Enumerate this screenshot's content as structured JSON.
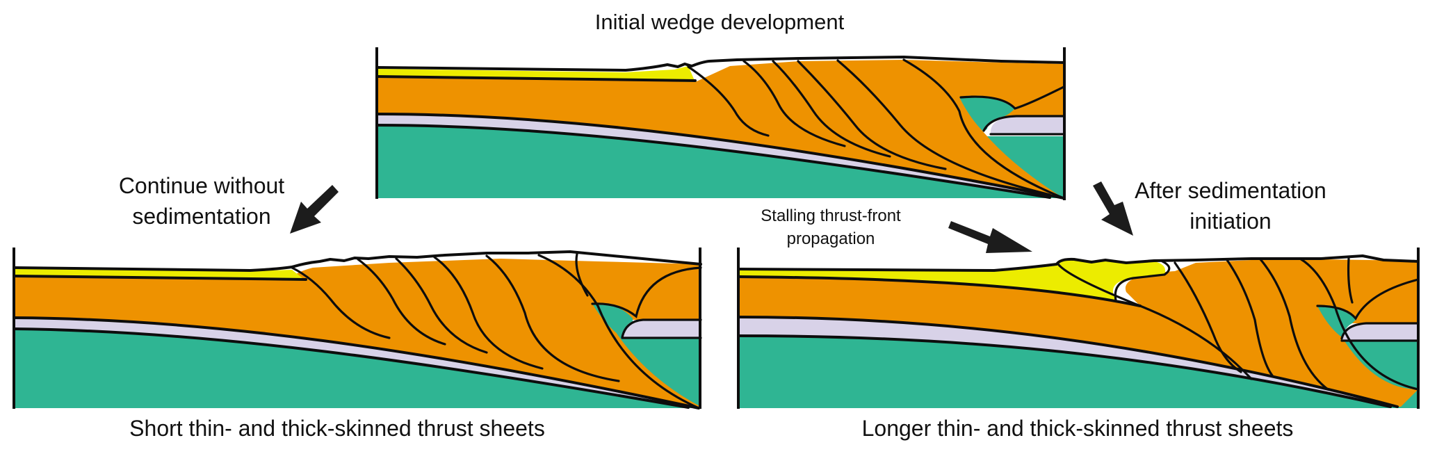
{
  "title": "Initial wedge development",
  "branches": {
    "left": {
      "label_line1": "Continue without",
      "label_line2": "sedimentation",
      "arrow_icon": "arrow-down-left-icon"
    },
    "right": {
      "label_line1": "After sedimentation",
      "label_line2": "initiation",
      "arrow_icon": "arrow-down-right-icon"
    }
  },
  "annotation": {
    "line1": "Stalling thrust-front",
    "line2": "propagation",
    "arrow_icon": "arrow-right-down-icon"
  },
  "panels": [
    {
      "id": "initial",
      "caption": ""
    },
    {
      "id": "no-sedimentation",
      "caption": "Short thin- and thick-skinned thrust sheets"
    },
    {
      "id": "with-sedimentation",
      "caption": "Longer thin- and thick-skinned thrust sheets"
    }
  ],
  "colors": {
    "syn_orogenic_sediment": "#ecec00",
    "cover_strata": "#ee9200",
    "decollement_layer": "#d8d2e8",
    "basement": "#2fb593",
    "line": "#0d0d0d"
  }
}
